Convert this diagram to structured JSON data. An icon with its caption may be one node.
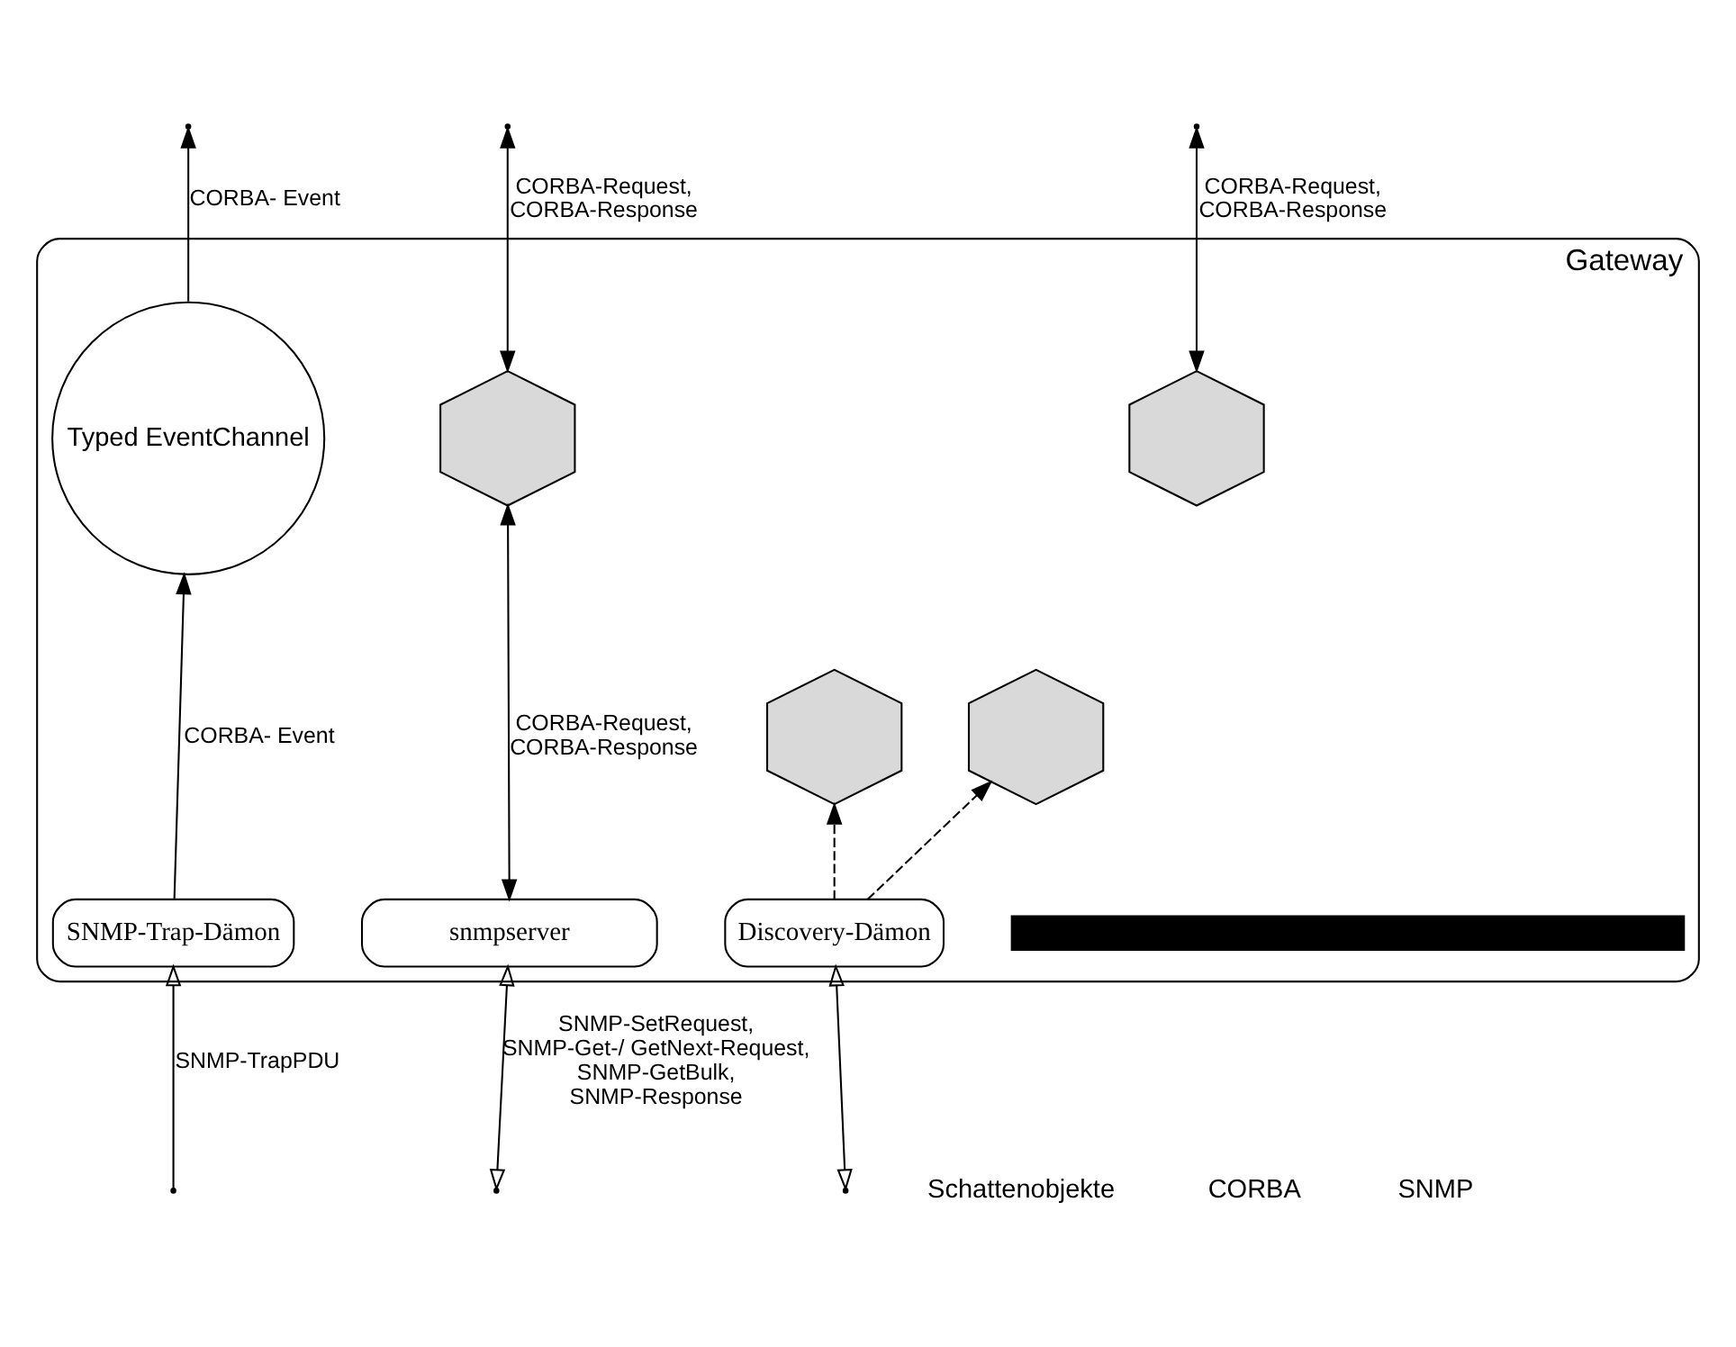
{
  "diagram": {
    "nodes": [
      {
        "text": [
          "Gateway"
        ]
      },
      {
        "text": [],
        "shape": "bar",
        "in": 0
      },
      {
        "text": [
          "Typed EventChannel"
        ],
        "in": 0
      },
      {
        "text": [],
        "shape": "hexagon",
        "in": 0
      },
      {
        "text": [],
        "shape": "hexagon",
        "in": 0
      },
      {
        "text": [],
        "shape": "hexagon",
        "in": 0
      },
      {
        "text": [],
        "shape": "hexagon",
        "in": 0
      },
      {
        "text": [
          "SNMP-Trap-Dämon"
        ],
        "in": 0
      },
      {
        "text": [
          "snmpserver"
        ],
        "in": 0
      },
      {
        "text": [
          "Discovery-Dämon"
        ],
        "in": 0
      }
    ],
    "edges": [
      {
        "from": 2,
        "to": null,
        "arrow": "to",
        "label": "CORBA- Event"
      },
      {
        "from": null,
        "to": 3,
        "arrow": "both",
        "label": "CORBA-Request, CORBA-Response"
      },
      {
        "from": null,
        "to": 4,
        "arrow": "both",
        "label": "CORBA-Request, CORBA-Response"
      },
      {
        "from": 8,
        "to": 3,
        "arrow": "both",
        "label": "CORBA-Request, CORBA-Response"
      },
      {
        "from": 7,
        "to": 2,
        "arrow": "to",
        "label": "CORBA- Event"
      },
      {
        "from": 9,
        "to": 5,
        "arrow": "to",
        "style": "dashed"
      },
      {
        "from": 9,
        "to": 6,
        "arrow": "to",
        "style": "dashed"
      },
      {
        "from": null,
        "to": 7,
        "arrow": "to",
        "label": "SNMP-TrapPDU"
      },
      {
        "from": null,
        "to": 8,
        "arrow": "both",
        "label": "SNMP-SetRequest, SNMP-Get-/ GetNext-Request, SNMP-GetBulk, SNMP-Response"
      },
      {
        "from": null,
        "to": 9,
        "arrow": "both"
      }
    ],
    "labels": [
      "Schattenobjekte",
      "CORBA",
      "SNMP"
    ]
  }
}
